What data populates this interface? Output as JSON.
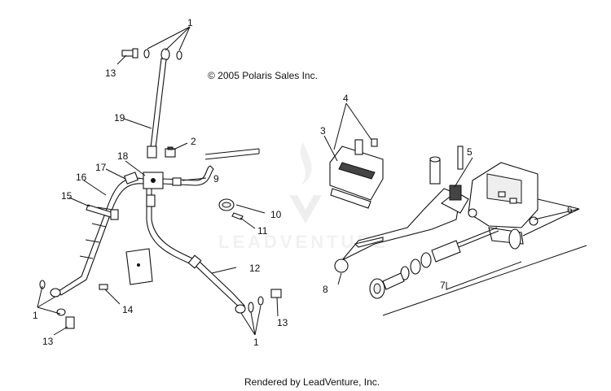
{
  "copyright": "© 2005 Polaris Sales Inc.",
  "footer": "Rendered by LeadVenture, Inc.",
  "watermark": "LEADVENTURE",
  "callouts": [
    {
      "id": "c1a",
      "text": "1"
    },
    {
      "id": "c13a",
      "text": "13"
    },
    {
      "id": "c19",
      "text": "19"
    },
    {
      "id": "c2",
      "text": "2"
    },
    {
      "id": "c18",
      "text": "18"
    },
    {
      "id": "c17",
      "text": "17"
    },
    {
      "id": "c16",
      "text": "16"
    },
    {
      "id": "c15",
      "text": "15"
    },
    {
      "id": "c9",
      "text": "9"
    },
    {
      "id": "c10",
      "text": "10"
    },
    {
      "id": "c11",
      "text": "11"
    },
    {
      "id": "c12",
      "text": "12"
    },
    {
      "id": "c14",
      "text": "14"
    },
    {
      "id": "c1b",
      "text": "1"
    },
    {
      "id": "c13b",
      "text": "13"
    },
    {
      "id": "c13c",
      "text": "13"
    },
    {
      "id": "c1c",
      "text": "1"
    },
    {
      "id": "c4",
      "text": "4"
    },
    {
      "id": "c3",
      "text": "3"
    },
    {
      "id": "c5",
      "text": "5"
    },
    {
      "id": "c6",
      "text": "6"
    },
    {
      "id": "c7",
      "text": "7"
    },
    {
      "id": "c8",
      "text": "8"
    }
  ]
}
